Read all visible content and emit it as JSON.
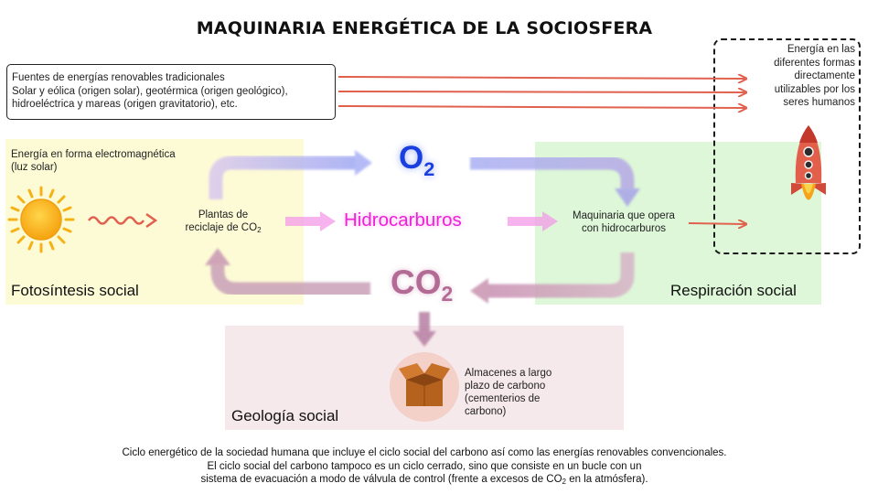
{
  "title": "MAQUINARIA ENERGÉTICA DE LA SOCIOSFERA",
  "renewables": {
    "heading": "Fuentes de energías renovables tradicionales",
    "line1": "Solar y eólica (origen solar), geotérmica (origen geológico),",
    "line2": "hidroeléctrica y mareas (origen gravitatorio), etc."
  },
  "human_energy": {
    "line1": "Energía en las",
    "line2": "diferentes formas",
    "line3": "directamente",
    "line4": "utilizables por los",
    "line5": "seres humanos"
  },
  "photosynthesis": {
    "em_line1": "Energía en forma electromagnética",
    "em_line2": "(luz solar)",
    "label": "Fotosíntesis social"
  },
  "plants": {
    "line1": "Plantas de",
    "line2": "reciclaje de CO",
    "sub": "2"
  },
  "hydrocarbons": "Hidrocarburos",
  "o2": {
    "base": "O",
    "sub": "2"
  },
  "co2": {
    "base": "CO",
    "sub": "2"
  },
  "machinery": {
    "line1": "Maquinaria que opera",
    "line2": "con hidrocarburos"
  },
  "respiration_label": "Respiración social",
  "geology": {
    "label": "Geología social",
    "storage_line1": "Almacenes a largo",
    "storage_line2": "plazo de carbono",
    "storage_line3": "(cementerios de",
    "storage_line4": "carbono)"
  },
  "caption": {
    "line1": "Ciclo energético de la sociedad humana que incluye el ciclo social del carbono así como las energías renovables convencionales.",
    "line2": "El ciclo social del carbono tampoco es un ciclo cerrado, sino que consiste en un bucle con un",
    "line3_pre": "sistema de evacuación a modo de válvula de control (frente a excesos de CO",
    "line3_sub": "2",
    "line3_post": " en la atmósfera)."
  },
  "icons": [
    "sun-icon",
    "rocket-icon",
    "box-icon",
    "wave-icon"
  ],
  "colors": {
    "arrow_red": "#e0614e",
    "o2_blue": "#1a3fe0",
    "hydrocarbon_magenta": "#ee20d8",
    "co2_mauve": "#b36a95",
    "photosynthesis_bg": "#fdfbd6",
    "respiration_bg": "#ddf7d8",
    "geology_bg": "#f6e9ec"
  }
}
